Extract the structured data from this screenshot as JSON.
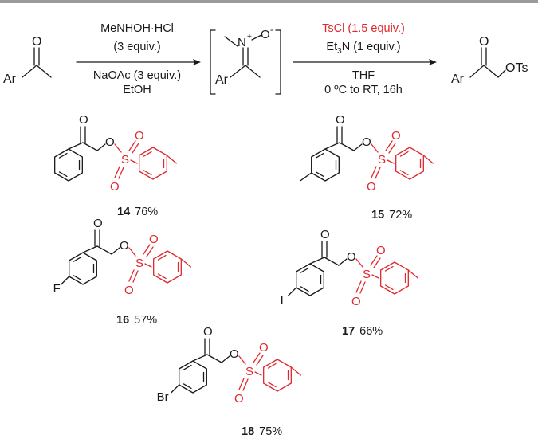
{
  "colors": {
    "accent": "#e0282e",
    "ink": "#1a1a1a",
    "rule": "#9a9a9a"
  },
  "reaction": {
    "step1": {
      "reagent1": "MeNHOH·HCl",
      "equiv1": "(3 equiv.)",
      "reagent2": "NaOAc (3 equiv.)",
      "solvent": "EtOH"
    },
    "step2": {
      "reagent1": "TsCl (1.5 equiv.)",
      "reagent2": "Et",
      "reagent2_sub": "3",
      "reagent2_rest": "N (1 equiv.)",
      "solvent": "THF",
      "conditions": "0 ºC to RT, 16h"
    },
    "start": {
      "O": "O",
      "Ar": "Ar"
    },
    "intermediate": {
      "N": "N",
      "N_charge": "+",
      "O": "O",
      "O_charge": "-",
      "Ar": "Ar"
    },
    "product": {
      "O": "O",
      "Ar": "Ar",
      "OTs": "OTs"
    }
  },
  "compounds": [
    {
      "id": "14",
      "yield": "76%",
      "substituent": ""
    },
    {
      "id": "15",
      "yield": "72%",
      "substituent": ""
    },
    {
      "id": "16",
      "yield": "57%",
      "substituent": "F"
    },
    {
      "id": "17",
      "yield": "66%",
      "substituent": "I"
    },
    {
      "id": "18",
      "yield": "75%",
      "substituent": "Br"
    }
  ],
  "atoms": {
    "O": "O",
    "S": "S"
  }
}
